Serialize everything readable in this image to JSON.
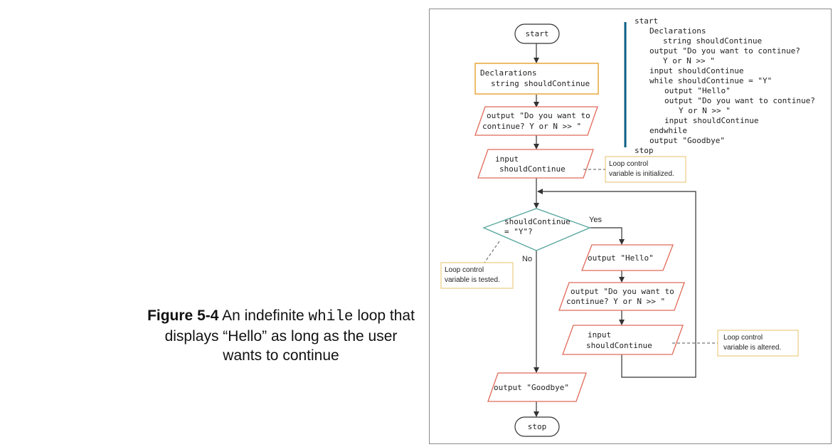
{
  "caption": {
    "figure_label": "Figure 5-4",
    "text_before": " An indefinite ",
    "code_word": "while",
    "text_after": " loop that displays “Hello” as long as the user wants to continue"
  },
  "flowchart": {
    "start_label": "start",
    "declarations_line1": "Declarations",
    "declarations_line2": "string shouldContinue",
    "prompt1_line1": "output \"Do you want to",
    "prompt1_line2": "continue? Y or N >> \"",
    "input1_line1": "input",
    "input1_line2": "shouldContinue",
    "decision_line1": "shouldContinue",
    "decision_line2": "= \"Y\"?",
    "yes_label": "Yes",
    "no_label": "No",
    "hello_label": "output \"Hello\"",
    "prompt2_line1": "output \"Do you want to",
    "prompt2_line2": "continue? Y or N >> \"",
    "input2_line1": "input",
    "input2_line2": "shouldContinue",
    "goodbye_label": "output \"Goodbye\"",
    "stop_label": "stop"
  },
  "notes": {
    "initialized_line1": "Loop control",
    "initialized_line2": "variable is initialized.",
    "tested_line1": "Loop control",
    "tested_line2": "variable is tested.",
    "altered_line1": "Loop control",
    "altered_line2": "variable is altered."
  },
  "pseudocode": [
    "start",
    "Declarations",
    "string shouldContinue",
    "output \"Do you want to continue?",
    "Y or N >> \"",
    "input shouldContinue",
    "while shouldContinue = \"Y\"",
    "output \"Hello\"",
    "output \"Do you want to continue?",
    "Y or N >> \"",
    "input shouldContinue",
    "endwhile",
    "output \"Goodbye\"",
    "stop"
  ],
  "colors": {
    "io_stroke": "#e06a5a",
    "process_stroke": "#e9a53a",
    "decision_stroke": "#5ba8a0",
    "note_stroke": "#e9c06a",
    "code_bar": "#0a5f86"
  }
}
